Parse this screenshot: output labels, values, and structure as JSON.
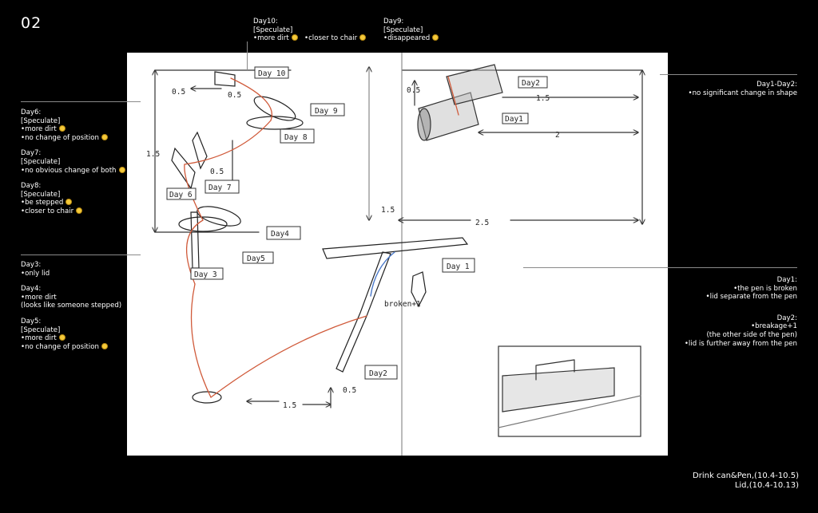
{
  "page_number": "02",
  "notes": {
    "day10": {
      "title": "Day10:",
      "tag": "[Speculate]",
      "items": [
        "•more dirt",
        "•closer to chair"
      ]
    },
    "day9": {
      "title": "Day9:",
      "tag": "[Speculate]",
      "items": [
        "•disappeared"
      ]
    },
    "day6": {
      "title": "Day6:",
      "tag": "[Speculate]",
      "items": [
        "•more dirt",
        "•no change of position"
      ]
    },
    "day7": {
      "title": "Day7:",
      "tag": "[Speculate]",
      "items": [
        "•no obvious change of both"
      ]
    },
    "day8": {
      "title": "Day8:",
      "tag": "[Speculate]",
      "items": [
        "•be stepped",
        "•closer to chair"
      ]
    },
    "day3": {
      "title": "Day3:",
      "items": [
        "•only lid"
      ]
    },
    "day4": {
      "title": "Day4:",
      "items": [
        "•more dirt",
        "(looks like someone stepped)"
      ]
    },
    "day5": {
      "title": "Day5:",
      "tag": "[Speculate]",
      "items": [
        "•more dirt",
        "•no change of position"
      ]
    },
    "day12": {
      "title": "Day1-Day2:",
      "items": [
        "•no significant change in shape"
      ]
    },
    "day1": {
      "title": "Day1:",
      "items": [
        "•the pen is broken",
        "•lid separate from the pen"
      ]
    },
    "day2": {
      "title": "Day2:",
      "items": [
        "•breakage+1",
        "(the other side of the pen)",
        "•lid is further away from the pen"
      ]
    }
  },
  "sketch_labels": {
    "d10": "Day 10",
    "d9": "Day 9",
    "d8": "Day 8",
    "d7": "Day 7",
    "d6": "Day 6",
    "d4": "Day4",
    "d5": "Day5",
    "d3": "Day 3",
    "d1": "Day 1",
    "d2": "Day2",
    "d2can": "Day2",
    "d1can": "Day1",
    "broken": "broken+1",
    "m05a": "0.5",
    "m05b": "0.5",
    "m05c": "0.5",
    "m15a": "1.5",
    "m15b": "1.5",
    "m15c": "1.5",
    "m2": "2",
    "m25": "2.5",
    "m05d": "0.5",
    "m05e": "0.5",
    "m15d": "1.5"
  },
  "caption": {
    "line1": "Drink can&Pen,(10.4-10.5)",
    "line2": "Lid,(10.4-10.13)"
  }
}
